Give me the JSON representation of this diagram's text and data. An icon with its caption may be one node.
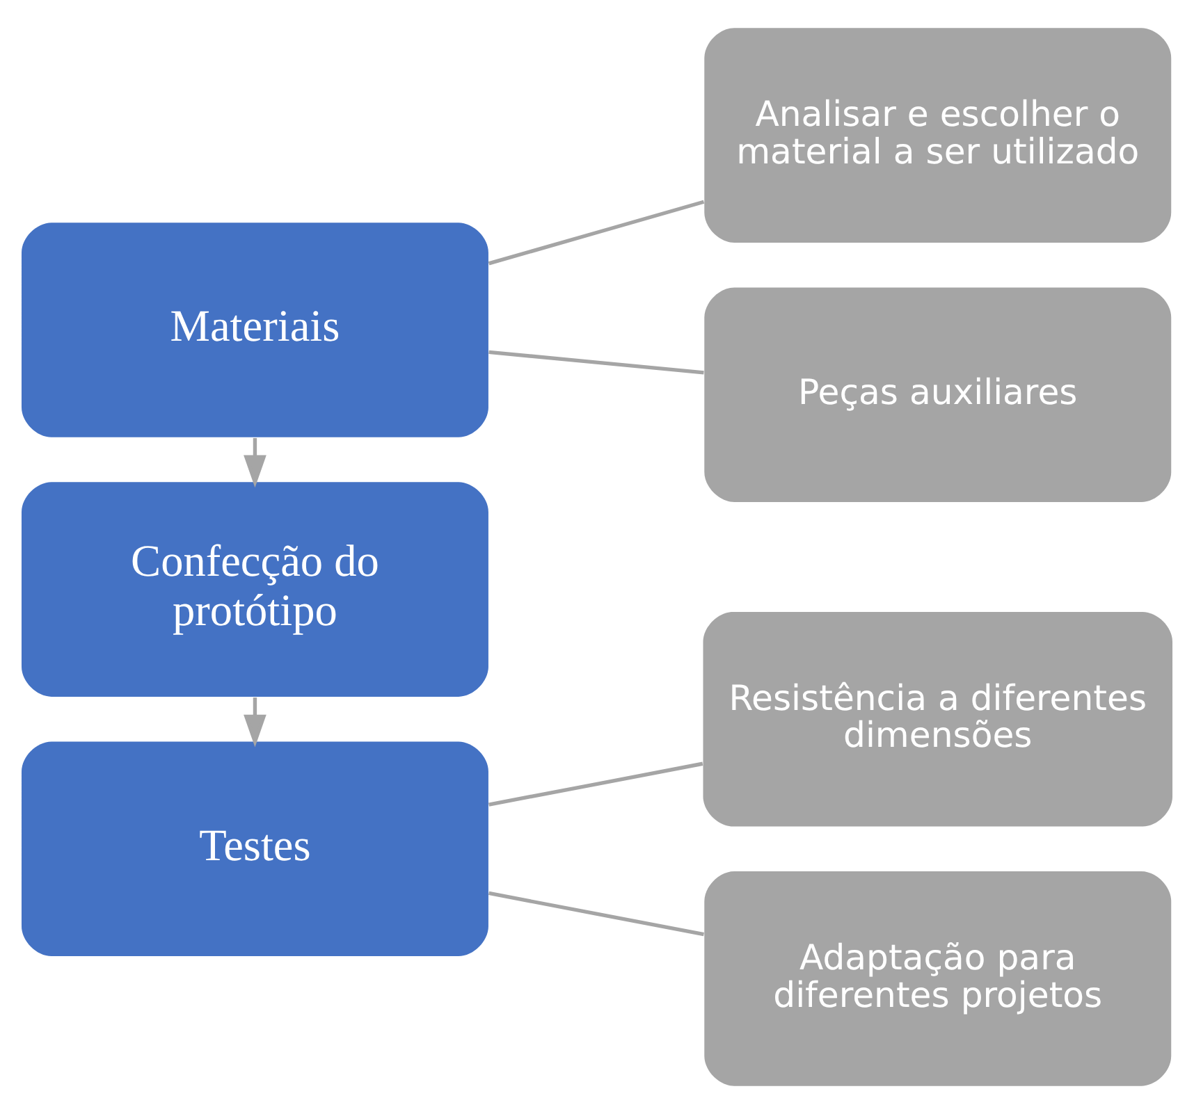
{
  "diagram": {
    "nodes": [
      {
        "text": [
          "Materiais"
        ]
      },
      {
        "text": [
          "Confecção do protótipo"
        ]
      },
      {
        "text": [
          "Testes"
        ]
      },
      {
        "text": [
          "Analisar e escolher o material a ser utilizado"
        ]
      },
      {
        "text": [
          "Peças auxiliares"
        ]
      },
      {
        "text": [
          "Resistência a diferentes dimensões"
        ]
      },
      {
        "text": [
          "Adaptação para diferentes projetos"
        ]
      }
    ],
    "edges": [
      {
        "from": 0,
        "to": 1,
        "arrow": "to"
      },
      {
        "from": 1,
        "to": 2,
        "arrow": "to"
      },
      {
        "from": 0,
        "to": 3,
        "arrow": "none"
      },
      {
        "from": 0,
        "to": 4,
        "arrow": "none"
      },
      {
        "from": 2,
        "to": 5,
        "arrow": "none"
      },
      {
        "from": 2,
        "to": 6,
        "arrow": "none"
      }
    ]
  }
}
